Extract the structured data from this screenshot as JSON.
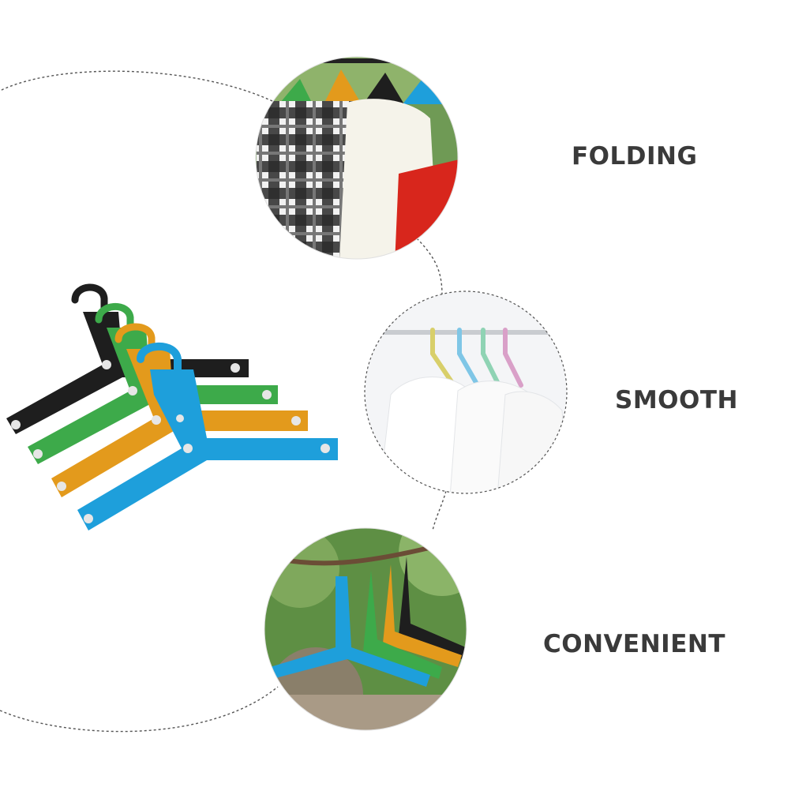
{
  "colors": {
    "text": "#3a3a3a",
    "dashed_line": "#555555",
    "hanger_black": "#1e1e1e",
    "hanger_green": "#3daa4a",
    "hanger_orange": "#e39a1c",
    "hanger_blue": "#1e9fdb",
    "hanger_yellow": "#d8cf6a",
    "hanger_mint": "#8fd3b4",
    "hanger_pink": "#d9a0c8",
    "foliage": "#4f8a3a"
  },
  "features": [
    {
      "label": "FOLDING"
    },
    {
      "label": "SMOOTH"
    },
    {
      "label": "CONVENIENT"
    }
  ],
  "icons": {
    "hero": "folding-hangers-icon",
    "photo_1": "shirts-on-rack-photo",
    "photo_2": "white-shirts-photo",
    "photo_3": "outdoor-clothesline-photo"
  }
}
